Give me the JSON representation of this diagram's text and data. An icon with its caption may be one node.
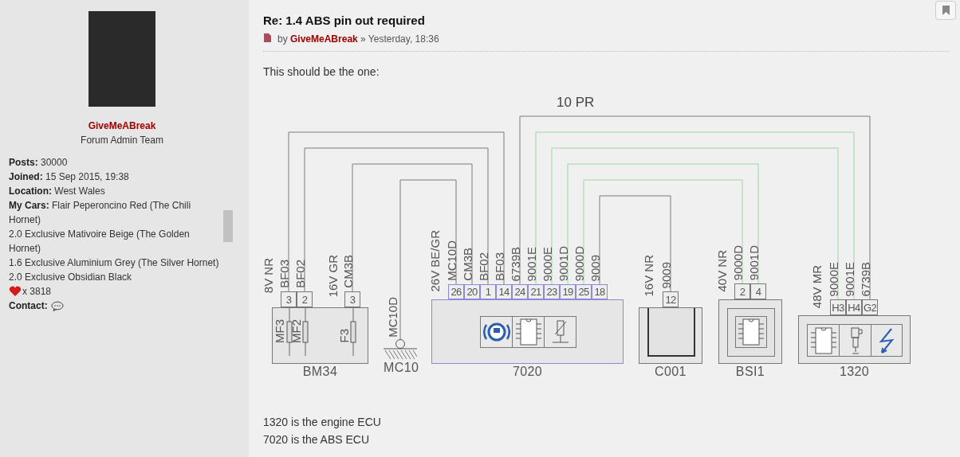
{
  "diagram": {
    "nodes": [
      {
        "text": [
          "BM34"
        ]
      },
      {
        "text": [
          "3"
        ],
        "beside": [
          "BF03"
        ]
      },
      {
        "text": [
          "2"
        ],
        "beside": [
          "BF02"
        ]
      },
      {
        "text": [
          "3"
        ],
        "beside": [
          "CM3B"
        ]
      },
      {
        "text": [
          "MC10"
        ],
        "beside": [
          "MC10D"
        ]
      },
      {
        "text": [
          "7020"
        ]
      },
      {
        "text": [
          "26"
        ],
        "beside": [
          "MC10D"
        ]
      },
      {
        "text": [
          "20"
        ],
        "beside": [
          "CM3B"
        ]
      },
      {
        "text": [
          "1"
        ],
        "beside": [
          "BF02"
        ]
      },
      {
        "text": [
          "14"
        ],
        "beside": [
          "BF03"
        ]
      },
      {
        "text": [
          "24"
        ],
        "beside": [
          "6739B"
        ]
      },
      {
        "text": [
          "21"
        ],
        "beside": [
          "9001E"
        ]
      },
      {
        "text": [
          "23"
        ],
        "beside": [
          "9000E"
        ]
      },
      {
        "text": [
          "19"
        ],
        "beside": [
          "9001D"
        ]
      },
      {
        "text": [
          "25"
        ],
        "beside": [
          "9000D"
        ]
      },
      {
        "text": [
          "18"
        ],
        "beside": [
          "9009"
        ]
      },
      {
        "text": [
          "C001"
        ]
      },
      {
        "text": [
          "12"
        ],
        "beside": [
          "9009"
        ]
      },
      {
        "text": [
          "BSI1"
        ]
      },
      {
        "text": [
          "2"
        ],
        "beside": [
          "9000D"
        ]
      },
      {
        "text": [
          "4"
        ],
        "beside": [
          "9001D"
        ]
      },
      {
        "text": [
          "1320"
        ]
      },
      {
        "text": [
          "H3"
        ],
        "beside": [
          "9000E"
        ]
      },
      {
        "text": [
          "H4"
        ],
        "beside": [
          "9001E"
        ]
      },
      {
        "text": [
          "G2"
        ],
        "beside": [
          "6739B"
        ]
      }
    ],
    "edges": [
      {
        "from": 1,
        "to": 9,
        "arrow": "none"
      },
      {
        "from": 2,
        "to": 8,
        "arrow": "none"
      },
      {
        "from": 3,
        "to": 7,
        "arrow": "none"
      },
      {
        "from": 4,
        "to": 6,
        "arrow": "none"
      },
      {
        "from": 10,
        "to": 24,
        "arrow": "none"
      },
      {
        "from": 11,
        "to": 23,
        "arrow": "none",
        "color": "#9fd79f"
      },
      {
        "from": 12,
        "to": 22,
        "arrow": "none",
        "color": "#9fd79f"
      },
      {
        "from": 13,
        "to": 20,
        "arrow": "none",
        "color": "#9fd79f"
      },
      {
        "from": 14,
        "to": 19,
        "arrow": "none",
        "color": "#9fd79f"
      },
      {
        "from": 15,
        "to": 17,
        "arrow": "none"
      }
    ],
    "labels": [
      "GiveMeABreak",
      "Forum Admin Team",
      "**Posts:** 30000",
      "**Joined:** 15 Sep 2015, 19:38",
      "**Location:** West Wales",
      "**My Cars:** Flair Peperoncino Red (The Chili Hornet)",
      "2.0 Exclusive Mativoire Beige (The Golden Hornet)",
      "1.6 Exclusive Aluminium Grey (The Silver Hornet)",
      "2.0 Exclusive Obsidian Black",
      "x 3818",
      "**Contact:**",
      "Re: 1.4 ABS pin out required",
      "by **GiveMeABreak** » Yesterday, 18:36",
      "This should be the one:",
      "10 PR",
      "8V NR",
      "16V GR",
      "26V BE/GR",
      "MF3",
      "MF2",
      "F3",
      "16V NR",
      "40V NR",
      "48V MR",
      "1320 is the engine ECU",
      "7020 is the ABS ECU"
    ]
  }
}
